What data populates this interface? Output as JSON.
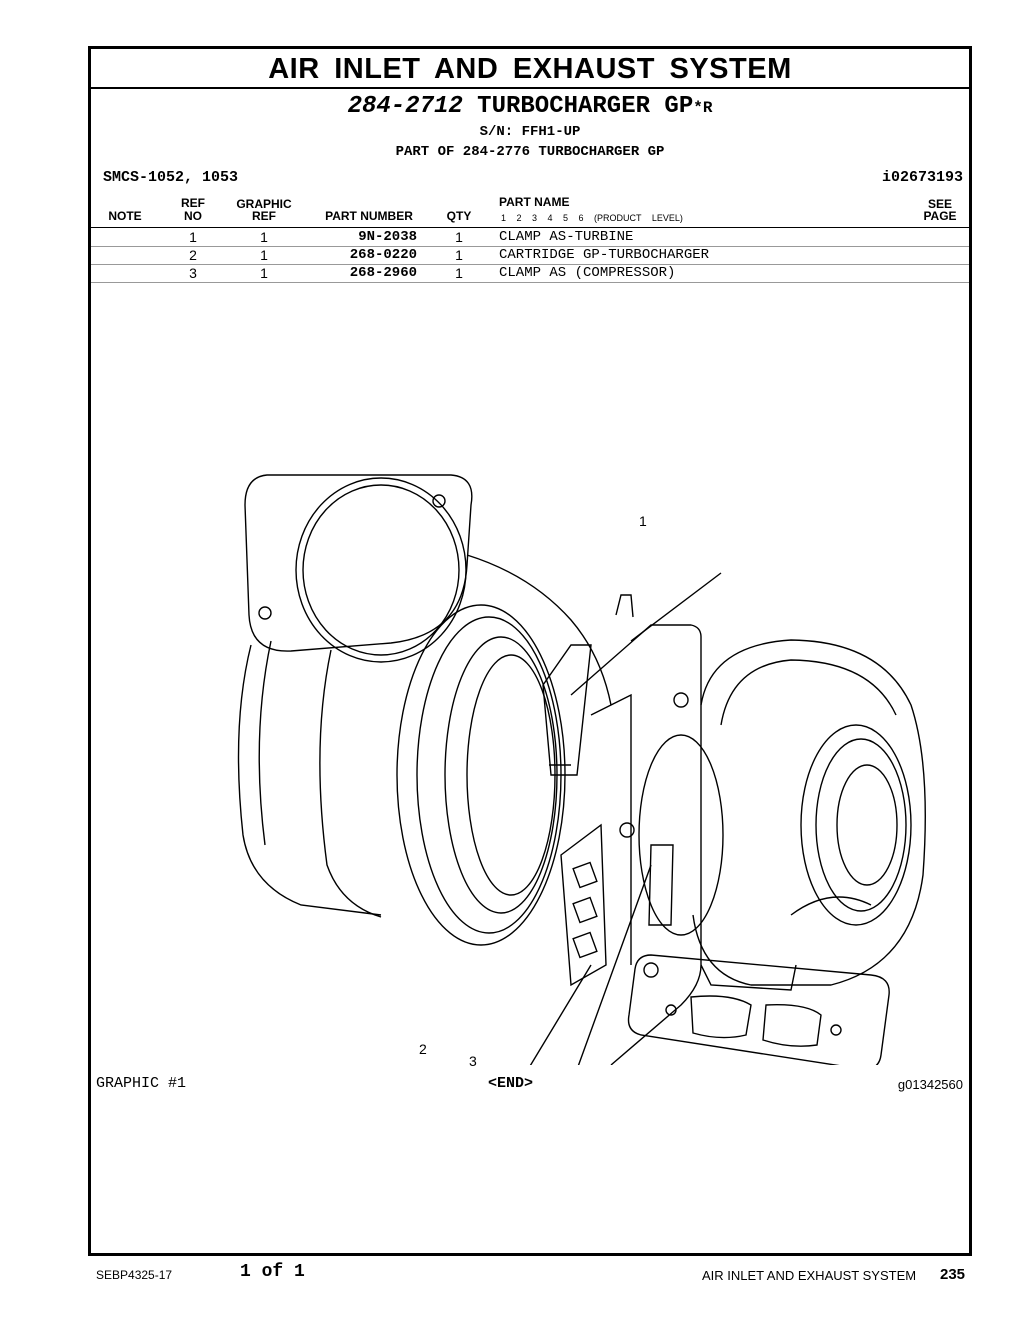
{
  "section_title": "AIR INLET AND EXHAUST SYSTEM",
  "group": {
    "number": "284-2712",
    "name": " TURBOCHARGER GP",
    "suffix": "*R",
    "serial": "S/N: FFH1-UP",
    "part_of": "PART OF 284-2776 TURBOCHARGER GP"
  },
  "smcs": "SMCS-1052, 1053",
  "illustration_id": "i02673193",
  "columns": {
    "note": "NOTE",
    "ref_top": "REF",
    "ref_bottom": "NO",
    "graphic_top": "GRAPHIC",
    "graphic_bottom": "REF",
    "part_number": "PART NUMBER",
    "qty": "QTY",
    "part_name": "PART NAME",
    "levels": "1 2 3 4 5 6 (PRODUCT LEVEL)",
    "see_top": "SEE",
    "see_bottom": "PAGE"
  },
  "rows": [
    {
      "ref": "1",
      "graphic": "1",
      "part_number": "9N-2038",
      "qty": "1",
      "name": "CLAMP AS-TURBINE"
    },
    {
      "ref": "2",
      "graphic": "1",
      "part_number": "268-0220",
      "qty": "1",
      "name": "CARTRIDGE GP-TURBOCHARGER"
    },
    {
      "ref": "3",
      "graphic": "1",
      "part_number": "268-2960",
      "qty": "1",
      "name": "CLAMP AS (COMPRESSOR)"
    }
  ],
  "callouts": [
    "1",
    "2",
    "3"
  ],
  "graphic_label": "GRAPHIC #1",
  "end_mark": "<END>",
  "graphic_id": "g01342560",
  "footer": {
    "doc_number": "SEBP4325-17",
    "page_of": "1 of 1",
    "section": "AIR INLET AND EXHAUST SYSTEM",
    "page_number": "235"
  }
}
